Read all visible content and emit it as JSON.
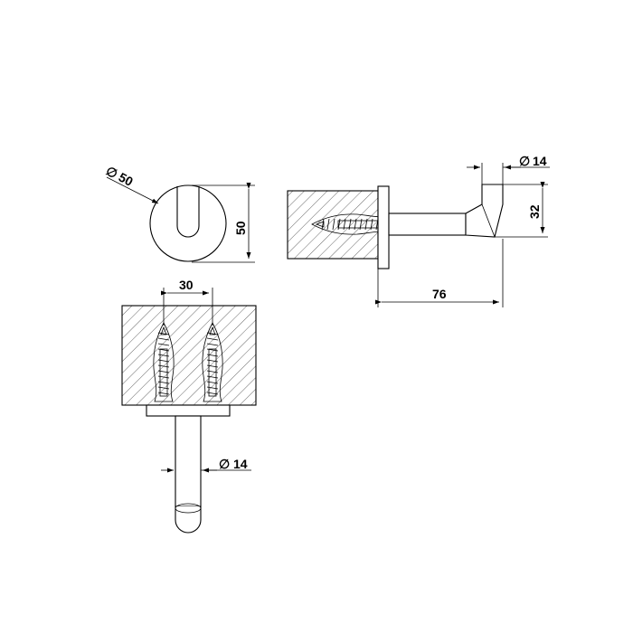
{
  "dimensions": {
    "front_diameter": "50",
    "front_height": "50",
    "side_tip_diameter": "14",
    "side_height": "32",
    "side_depth": "76",
    "bottom_screw_spacing": "30",
    "bottom_rod_diameter": "14"
  },
  "symbols": {
    "diameter": "∅"
  }
}
